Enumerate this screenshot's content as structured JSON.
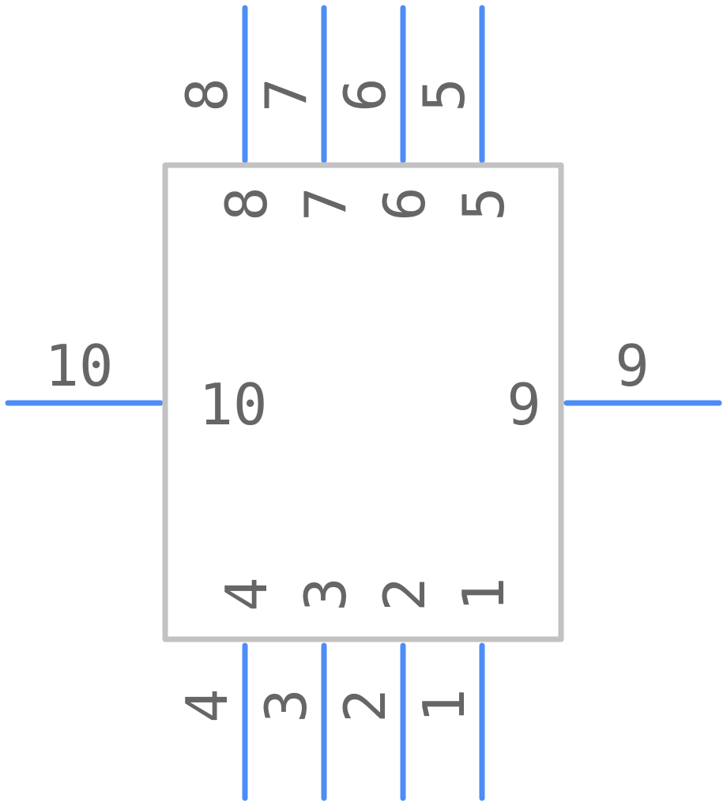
{
  "colors": {
    "pin": "#4d8df5",
    "body": "#c2c2c2",
    "text": "#666666",
    "background": "#ffffff"
  },
  "pins": [
    {
      "number": "1",
      "name": "1",
      "side": "bottom"
    },
    {
      "number": "2",
      "name": "2",
      "side": "bottom"
    },
    {
      "number": "3",
      "name": "3",
      "side": "bottom"
    },
    {
      "number": "4",
      "name": "4",
      "side": "bottom"
    },
    {
      "number": "5",
      "name": "5",
      "side": "top"
    },
    {
      "number": "6",
      "name": "6",
      "side": "top"
    },
    {
      "number": "7",
      "name": "7",
      "side": "top"
    },
    {
      "number": "8",
      "name": "8",
      "side": "top"
    },
    {
      "number": "9",
      "name": "9",
      "side": "right"
    },
    {
      "number": "10",
      "name": "10",
      "side": "left"
    }
  ]
}
